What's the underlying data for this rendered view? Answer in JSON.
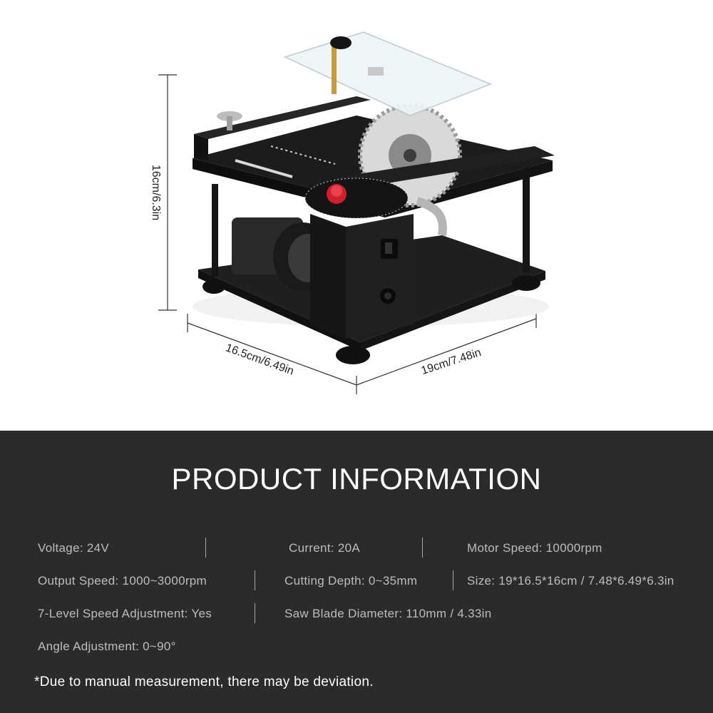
{
  "dimensions": {
    "height": "16cm/6.3in",
    "depth": "16.5cm/6.49in",
    "width": "19cm/7.48in"
  },
  "info": {
    "title": "PRODUCT INFORMATION",
    "specs": [
      "Voltage: 24V",
      "Current: 20A",
      "Motor Speed: 10000rpm",
      "Output Speed: 1000~3000rpm",
      "Cutting Depth: 0~35mm",
      "Size: 19*16.5*16cm / 7.48*6.49*6.3in",
      "7-Level Speed Adjustment: Yes",
      "Saw Blade Diameter: 110mm / 4.33in",
      "Angle Adjustment: 0~90°"
    ],
    "note": "*Due to manual measurement, there may be deviation."
  },
  "colors": {
    "panel": "#2b2b2b",
    "metal": "#1c1c1c",
    "knob": "#d0202a"
  }
}
